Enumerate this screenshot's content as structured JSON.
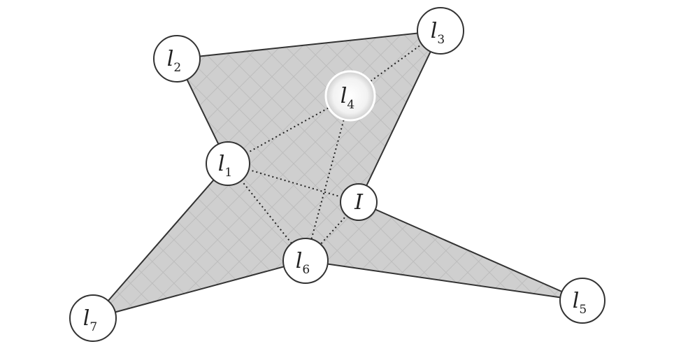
{
  "colors": {
    "region_fill": "#cfcfcf",
    "edge": "#333333",
    "node_fill": "#ffffff",
    "highlight_fill": "#d9d9d9",
    "background": "#ffffff"
  },
  "nodes": [
    {
      "id": "l1",
      "base": "l",
      "sub": "1"
    },
    {
      "id": "l2",
      "base": "l",
      "sub": "2"
    },
    {
      "id": "l3",
      "base": "l",
      "sub": "3"
    },
    {
      "id": "l4",
      "base": "l",
      "sub": "4",
      "highlighted": true
    },
    {
      "id": "l5",
      "base": "l",
      "sub": "5"
    },
    {
      "id": "l6",
      "base": "l",
      "sub": "6"
    },
    {
      "id": "l7",
      "base": "l",
      "sub": "7"
    },
    {
      "id": "I",
      "base": "I",
      "sub": ""
    }
  ],
  "region_boundary": [
    "l2",
    "l3",
    "I",
    "l5",
    "l6",
    "l7",
    "l1"
  ],
  "dotted_edges": [
    [
      "l1",
      "l4"
    ],
    [
      "l4",
      "l3"
    ],
    [
      "l4",
      "l6"
    ],
    [
      "l1",
      "I"
    ],
    [
      "l1",
      "l6"
    ],
    [
      "I",
      "l6"
    ]
  ]
}
